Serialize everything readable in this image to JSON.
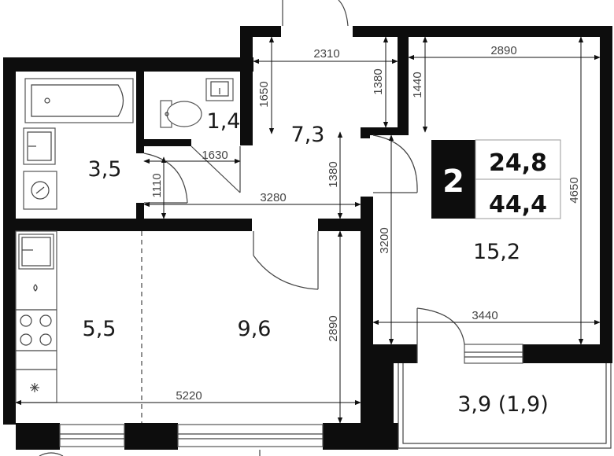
{
  "badge": {
    "rooms": "2",
    "living_area": "24,8",
    "total_area": "44,4"
  },
  "rooms": [
    {
      "id": "bathroom",
      "area": "3,5"
    },
    {
      "id": "toilet",
      "area": "1,4"
    },
    {
      "id": "hallway",
      "area": "7,3"
    },
    {
      "id": "kitchen",
      "area": "5,5"
    },
    {
      "id": "living-room",
      "area": "9,6"
    },
    {
      "id": "bedroom",
      "area": "15,2"
    },
    {
      "id": "balcony",
      "area": "3,9 (1,9)"
    }
  ],
  "dimensions": [
    {
      "id": "hall-width",
      "value": "2310"
    },
    {
      "id": "bedroom-width-top",
      "value": "2890"
    },
    {
      "id": "hall-height-top",
      "value": "1650"
    },
    {
      "id": "hall-niche-height",
      "value": "1380"
    },
    {
      "id": "bedroom-niche-height",
      "value": "1440"
    },
    {
      "id": "toilet-width",
      "value": "1630"
    },
    {
      "id": "hall-height-mid",
      "value": "1380"
    },
    {
      "id": "bath-door-width",
      "value": "1110"
    },
    {
      "id": "hall-length",
      "value": "3280"
    },
    {
      "id": "bedroom-depth",
      "value": "3200"
    },
    {
      "id": "bedroom-height",
      "value": "4650"
    },
    {
      "id": "bedroom-width-bottom",
      "value": "3440"
    },
    {
      "id": "living-depth",
      "value": "2890"
    },
    {
      "id": "living-width",
      "value": "5220"
    }
  ]
}
